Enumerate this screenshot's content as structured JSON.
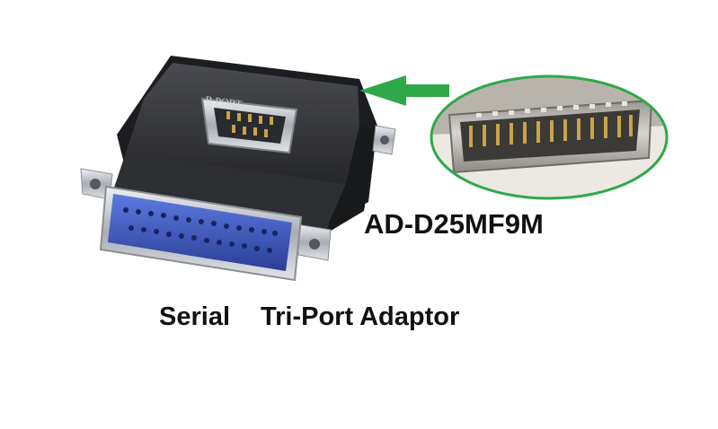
{
  "product": {
    "model": "AD-D25MF9M",
    "caption_left": "Serial",
    "caption_right": "Tri-Port Adaptor",
    "housing_imprint": "R      PORT"
  },
  "colors": {
    "housing": "#2b2c2f",
    "female_connector": "#3a55b5",
    "metal": "#c9ccd1",
    "pins": "#c9a24a",
    "highlight_ellipse": "#2fa84a",
    "arrow": "#2fa84a",
    "text": "#111111"
  },
  "icons": [
    "left-arrow-icon"
  ]
}
